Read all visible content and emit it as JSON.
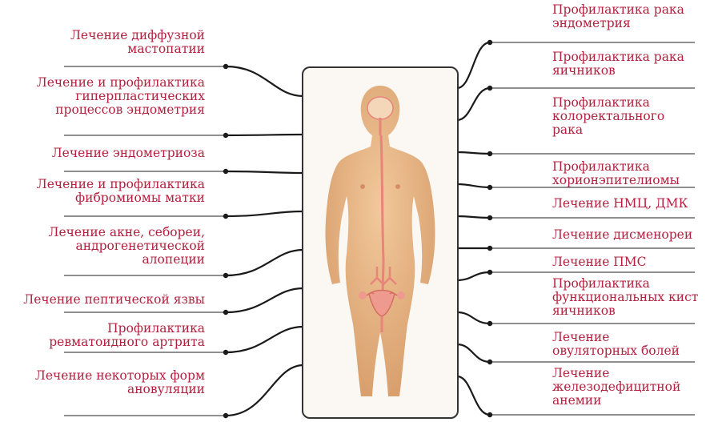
{
  "diagram": {
    "left_items": [
      {
        "lines": [
          "Лечение диффузной",
          "мастопатии"
        ]
      },
      {
        "lines": [
          "Лечение и профилактика",
          "гиперпластических",
          "процессов эндометрия"
        ]
      },
      {
        "lines": [
          "Лечение эндометриоза"
        ]
      },
      {
        "lines": [
          "Лечение и профилактика",
          "фибромиомы матки"
        ]
      },
      {
        "lines": [
          "Лечение акне, себореи,",
          "андрогенетической",
          "алопеции"
        ]
      },
      {
        "lines": [
          "Лечение пептической язвы"
        ]
      },
      {
        "lines": [
          "Профилактика",
          "ревматоидного артрита"
        ]
      },
      {
        "lines": [
          "Лечение некоторых форм",
          "ановуляции"
        ]
      }
    ],
    "right_items": [
      {
        "lines": [
          "Профилактика рака",
          "эндометрия"
        ]
      },
      {
        "lines": [
          "Профилактика рака",
          "яичников"
        ]
      },
      {
        "lines": [
          "Профилактика",
          "колоректального",
          "рака"
        ]
      },
      {
        "lines": [
          "Профилактика",
          "хорионэпителиомы"
        ]
      },
      {
        "lines": [
          "Лечение НМЦ, ДМК"
        ]
      },
      {
        "lines": [
          "Лечение дисменореи"
        ]
      },
      {
        "lines": [
          "Лечение ПМС"
        ]
      },
      {
        "lines": [
          "Профилактика",
          "функциональных кист",
          "яичников"
        ]
      },
      {
        "lines": [
          "Лечение",
          "овуляторных болей"
        ]
      },
      {
        "lines": [
          "Лечение",
          "железодефицитной",
          "анемии"
        ]
      }
    ],
    "colors": {
      "label_text": "#b3213f",
      "connector": "#1a1a1a",
      "underline": "#8f8f8f",
      "skin": "#e9b98a",
      "organs": "#e8847a"
    },
    "figure_icon": "female-anatomy-figure"
  }
}
